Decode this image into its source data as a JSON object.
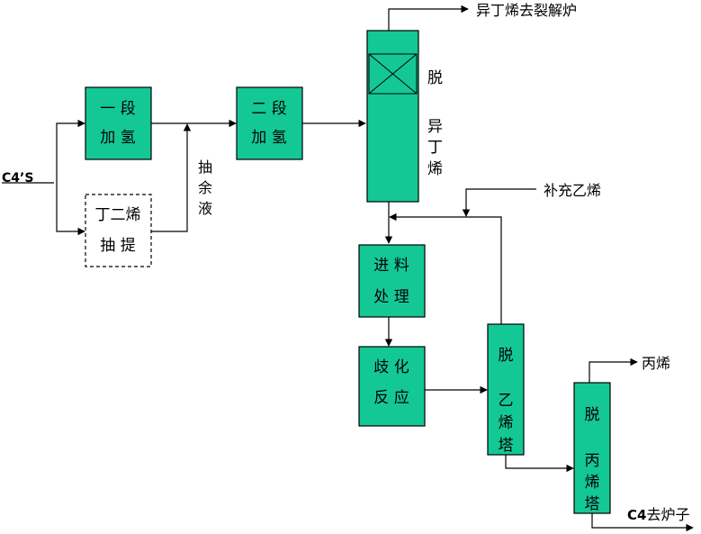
{
  "colors": {
    "unit_fill": "#14c896",
    "line": "#000000",
    "background": "#ffffff"
  },
  "feed": {
    "label": "C4’S"
  },
  "units": {
    "hydrogenation_1": {
      "line1": "一 段",
      "line2": "加 氢"
    },
    "butadiene_extraction": {
      "line1": "丁二烯",
      "line2": "抽 提"
    },
    "hydrogenation_2": {
      "line1": "二 段",
      "line2": "加 氢"
    },
    "deisobutylene": {
      "label_top": "脱",
      "label_bottom": [
        "异",
        "丁",
        "烯"
      ]
    },
    "feed_treatment": {
      "line1": "进 料",
      "line2": "处 理"
    },
    "disproportionation": {
      "line1": "歧 化",
      "line2": "反 应"
    },
    "deethylene_tower": {
      "label": [
        "脱",
        "乙",
        "烯",
        "塔"
      ]
    },
    "depropylene_tower": {
      "label": [
        "脱",
        "丙",
        "烯",
        "塔"
      ]
    }
  },
  "streams": {
    "raffinate": [
      "抽",
      "余",
      "液"
    ],
    "isobutylene_out": "异丁烯去裂解炉",
    "makeup_ethylene": "补充乙烯",
    "propylene_out": "丙烯",
    "c4_out_prefix": "C4",
    "c4_out_suffix": "去炉子"
  }
}
